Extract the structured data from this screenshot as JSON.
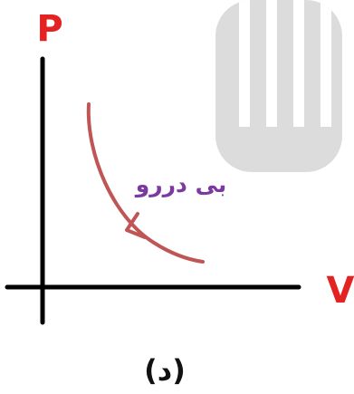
{
  "axes": {
    "y_label": "P",
    "x_label": "V"
  },
  "process": {
    "label": "بی دررو",
    "type": "adiabatic",
    "direction": "expansion"
  },
  "caption": "(د)",
  "colors": {
    "axis_label": "#e32222",
    "axis_line": "#000000",
    "curve": "#c05555",
    "process_label": "#7b3aa0",
    "caption": "#111111",
    "background_shape": "#dcdcdc"
  }
}
